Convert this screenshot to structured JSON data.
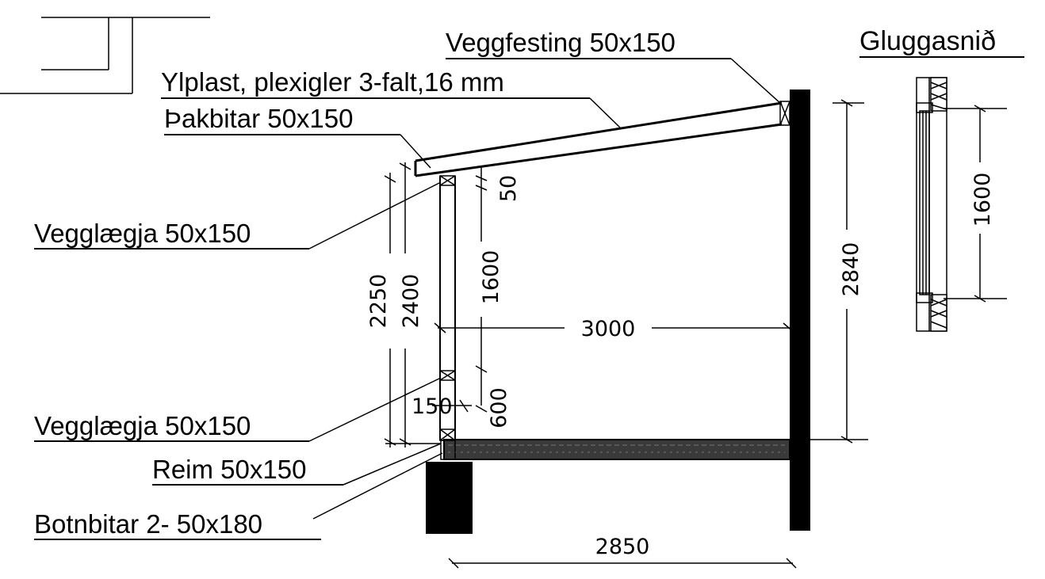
{
  "labels": {
    "veggfesting": "Veggfesting 50x150",
    "ylplast": "Ylplast, plexigler 3-falt,16 mm",
    "pakbitar": "Þakbitar 50x150",
    "vegglaegja_top": "Vegglægja 50x150",
    "vegglaegja_bottom": "Vegglægja 50x150",
    "reim": "Reim 50x150",
    "botnbitar": "Botnbitar 2- 50x180",
    "gluggasnid": "Gluggasnið"
  },
  "dimensions": {
    "d50": "50",
    "d1600": "1600",
    "d2250": "2250",
    "d2400": "2400",
    "d3000": "3000",
    "d150": "150",
    "d600": "600",
    "d2840": "2840",
    "d2850": "2850",
    "d1600_window": "1600"
  }
}
